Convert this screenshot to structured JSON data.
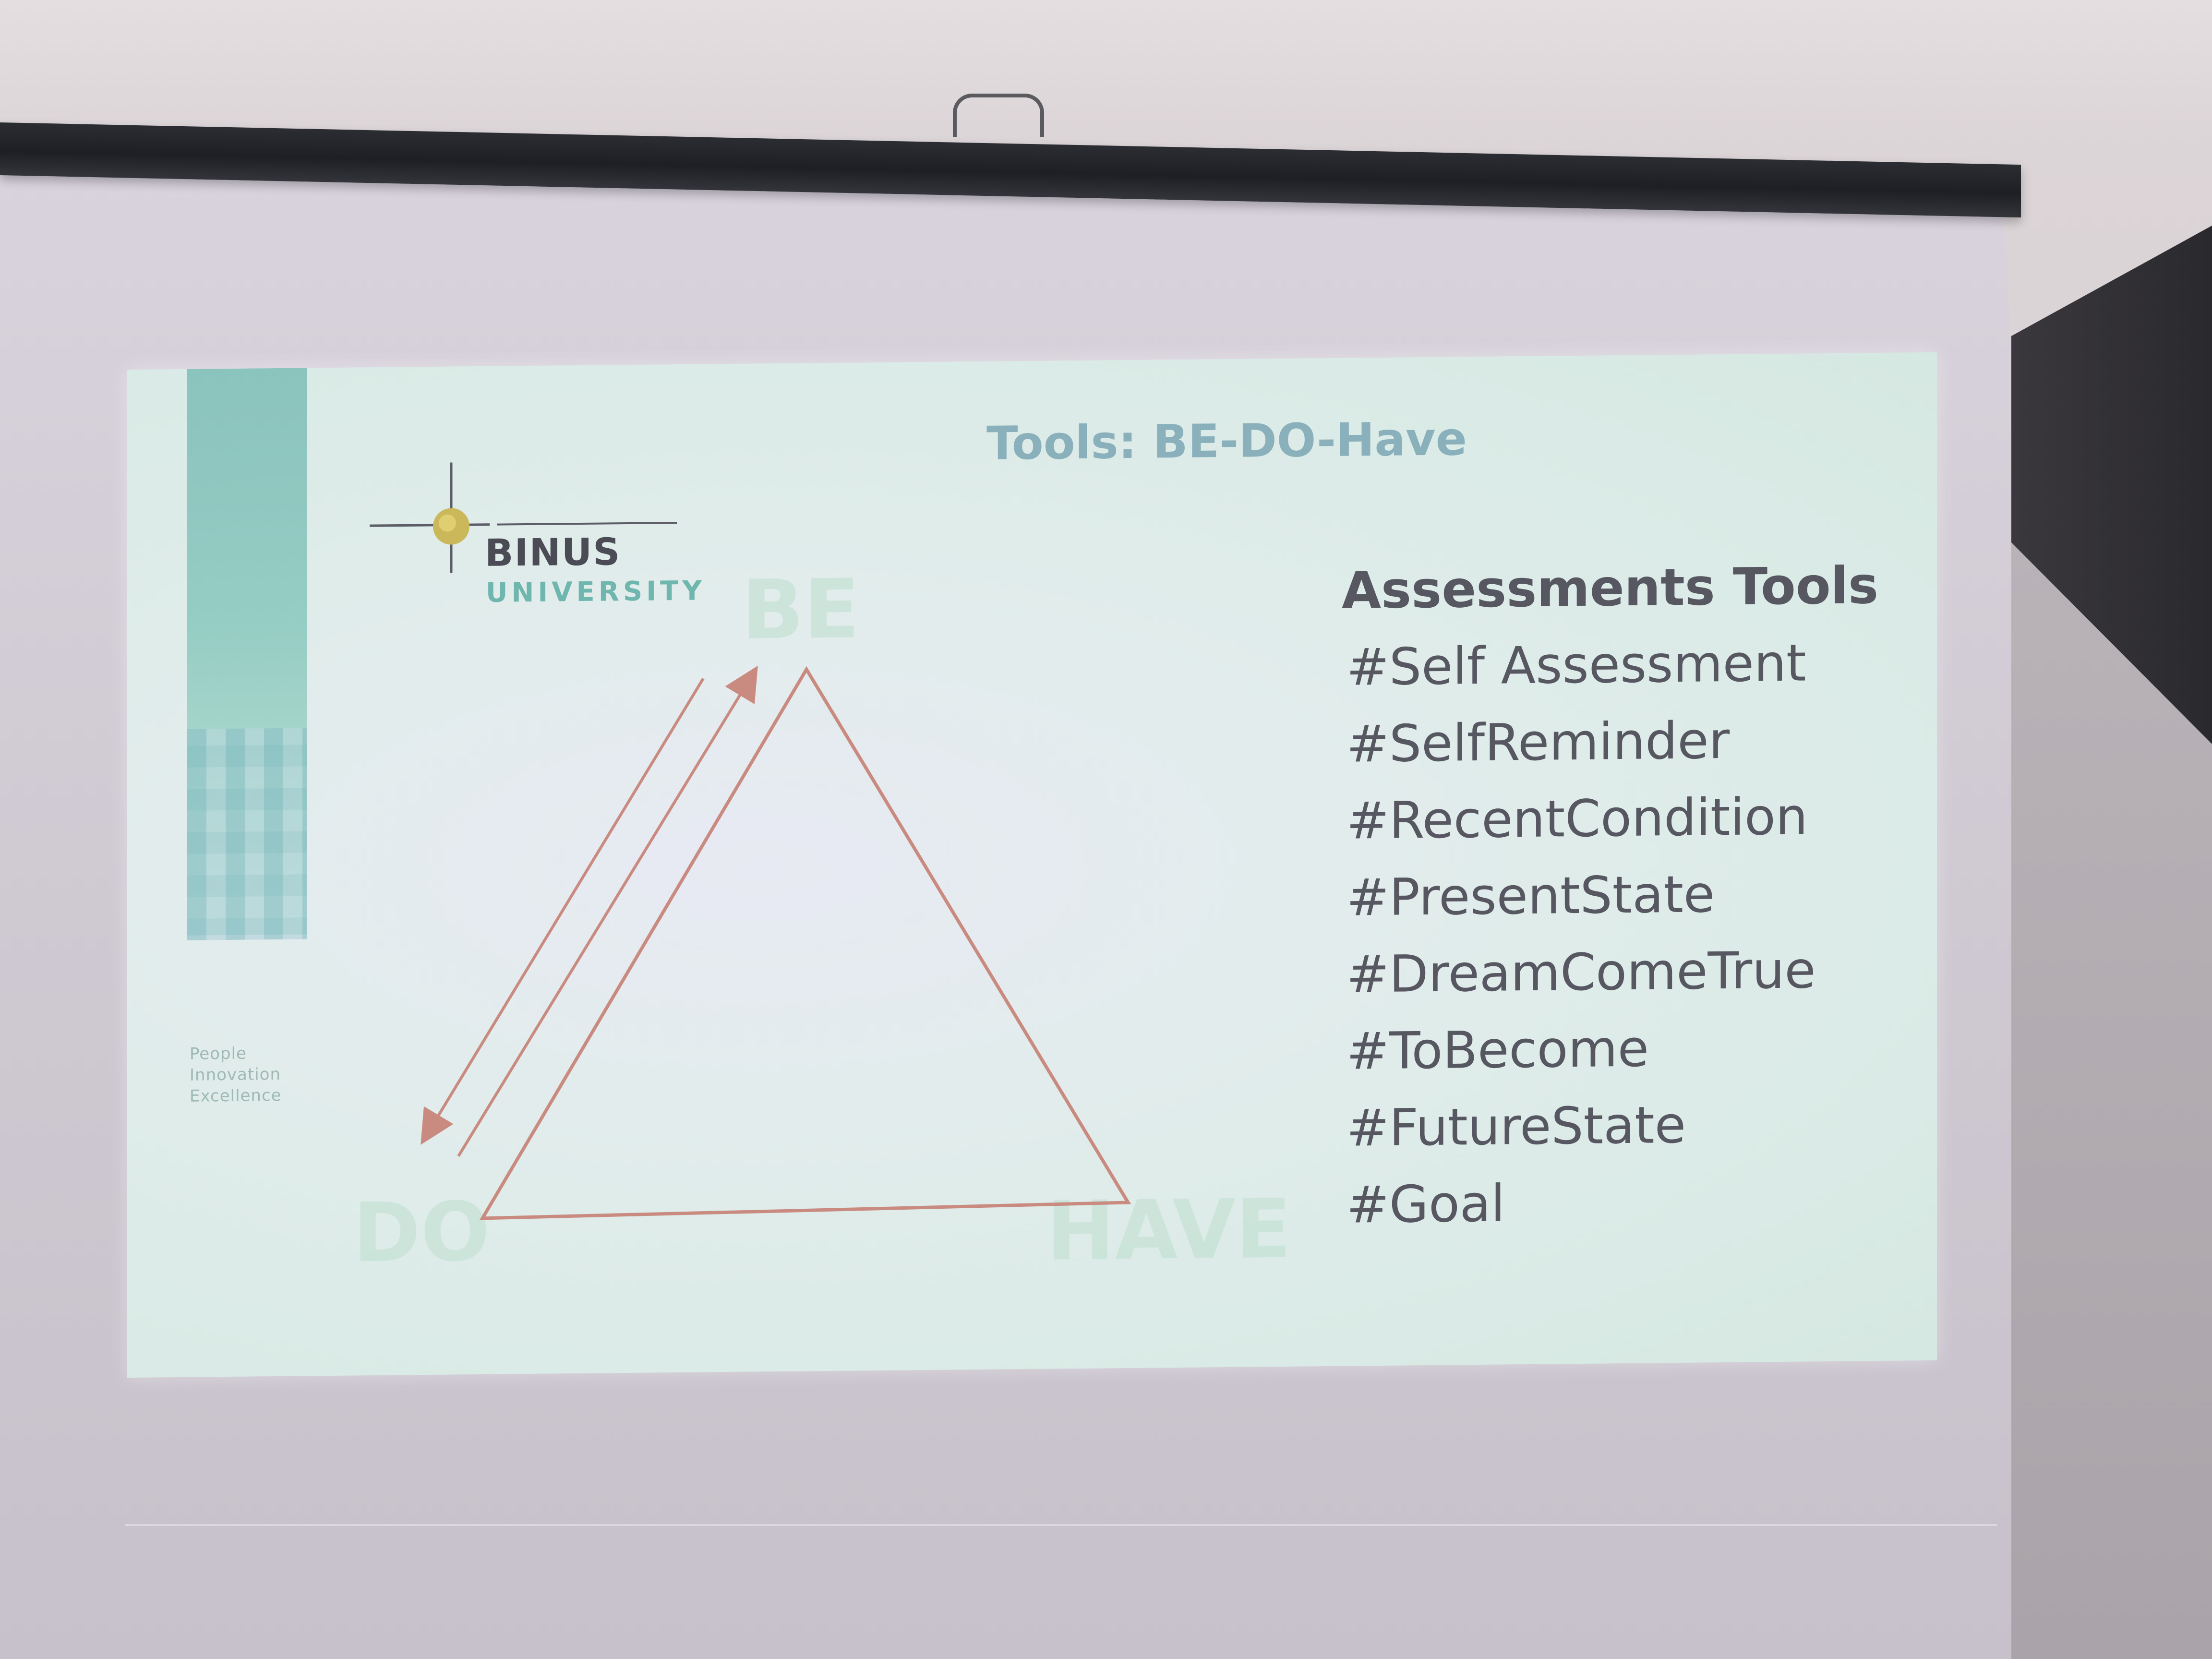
{
  "slide": {
    "title": "Tools:  BE-DO-Have",
    "logo": {
      "name": "BINUS",
      "subname": "UNIVERSITY"
    },
    "tagline": [
      "People",
      "Innovation",
      "Excellence"
    ],
    "diagram": {
      "top_label": "BE",
      "left_label": "DO",
      "right_label": "HAVE",
      "line_color": "#c98a80"
    },
    "tools": {
      "heading": "Assessments Tools",
      "items": [
        "#Self Assessment",
        "#SelfReminder",
        "#RecentCondition",
        "#PresentState",
        "#DreamComeTrue",
        "#ToBecome",
        "#FutureState",
        "#Goal"
      ]
    }
  }
}
